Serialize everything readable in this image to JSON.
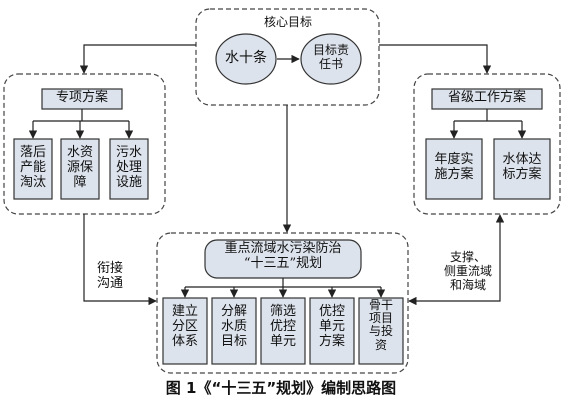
{
  "core": {
    "title": "核心目标",
    "left_node": "水十条",
    "right_node": "目标责\n任书"
  },
  "left_group": {
    "title": "专项方案",
    "items": [
      "落后\n产能\n淘汰",
      "水资\n源保\n障",
      "污水\n处理\n设施"
    ]
  },
  "right_group": {
    "title": "省级工作方案",
    "items": [
      "年度实\n施方案",
      "水体达\n标方案"
    ]
  },
  "bottom_group": {
    "title": "重点流域水污染防治\n“十三五”规划",
    "items": [
      "建立\n分区\n体系",
      "分解\n水质\n目标",
      "筛选\n优控\n单元",
      "优控\n单元\n方案",
      "骨干\n项目\n与投\n资"
    ]
  },
  "left_link_label": "衔接\n沟通",
  "right_link_label": "支撑、\n侧重流域\n和海域",
  "caption": "图 1《“十三五”规划》编制思路图",
  "colors": {
    "box_fill": "#dde3ec",
    "border": "#333333",
    "dash": "#444444"
  }
}
